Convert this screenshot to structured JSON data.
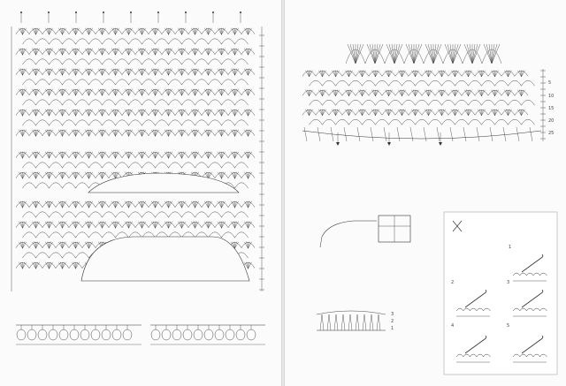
{
  "left_page": {
    "folio": "",
    "panel_labels": [
      "",
      "",
      ""
    ],
    "edging_titles": [
      "",
      ""
    ],
    "chart_notes": [
      "",
      "",
      "",
      "",
      "",
      ""
    ]
  },
  "right_page": {
    "folio": "",
    "sleeve_chart": {
      "title": "",
      "edge_label": "",
      "row_numbers": [
        "5",
        "10",
        "15",
        "20",
        "25"
      ],
      "bottom_labels": [
        "",
        "",
        "",
        ""
      ]
    },
    "cuff_diagram": {
      "title": "",
      "notes": [
        "",
        "",
        ""
      ]
    },
    "edging_b": {
      "title": "",
      "row_numbers": [
        "3",
        "2",
        "1"
      ]
    },
    "technique_panel": {
      "title": "",
      "subtitle": "",
      "step_numbers": [
        "1",
        "2",
        "3",
        "4",
        "5"
      ]
    }
  },
  "colors": {
    "ink": "#333333",
    "paper": "#fbfbfb",
    "panel_border": "#bdbdbd"
  }
}
